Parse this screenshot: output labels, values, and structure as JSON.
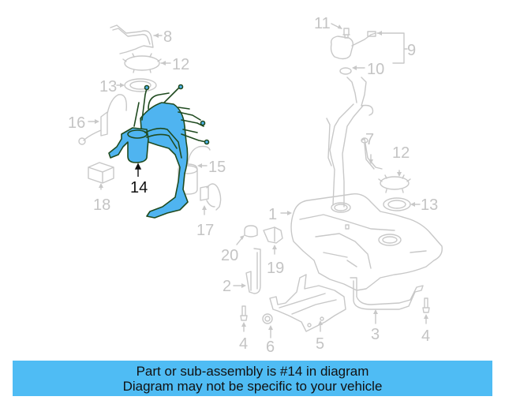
{
  "diagram": {
    "highlight_part": "14",
    "colors": {
      "highlight_fill": "#4fb4f0",
      "highlight_stroke": "#1f4a1f",
      "line_gray": "#c8c8c8",
      "label_gray": "#c4c4c4",
      "banner": "#4fbcf4"
    },
    "callouts": [
      {
        "id": "8",
        "label": "8"
      },
      {
        "id": "12a",
        "label": "12"
      },
      {
        "id": "13a",
        "label": "13"
      },
      {
        "id": "16",
        "label": "16"
      },
      {
        "id": "14",
        "label": "14"
      },
      {
        "id": "18",
        "label": "18"
      },
      {
        "id": "15",
        "label": "15"
      },
      {
        "id": "17",
        "label": "17"
      },
      {
        "id": "11",
        "label": "11"
      },
      {
        "id": "9",
        "label": "9"
      },
      {
        "id": "10",
        "label": "10"
      },
      {
        "id": "7",
        "label": "7"
      },
      {
        "id": "12b",
        "label": "12"
      },
      {
        "id": "13b",
        "label": "13"
      },
      {
        "id": "1",
        "label": "1"
      },
      {
        "id": "20",
        "label": "20"
      },
      {
        "id": "19",
        "label": "19"
      },
      {
        "id": "2",
        "label": "2"
      },
      {
        "id": "4a",
        "label": "4"
      },
      {
        "id": "6",
        "label": "6"
      },
      {
        "id": "5",
        "label": "5"
      },
      {
        "id": "3",
        "label": "3"
      },
      {
        "id": "4b",
        "label": "4"
      }
    ]
  },
  "banner": {
    "line1": "Part or sub-assembly is #14 in diagram",
    "line2": "Diagram may not be specific to your vehicle"
  }
}
